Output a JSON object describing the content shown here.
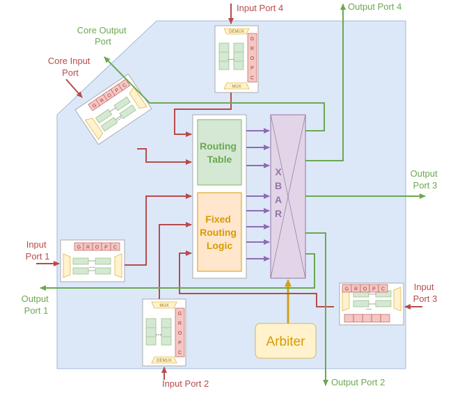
{
  "ports": {
    "input_port_4": "Input Port 4",
    "output_port_4": "Output Port 4",
    "core_output_port": [
      "Core Output",
      "Port"
    ],
    "core_input_port": [
      "Core Input",
      "Port"
    ],
    "output_port_3": [
      "Output",
      "Port 3"
    ],
    "input_port_1": [
      "Input",
      "Port 1"
    ],
    "output_port_1": [
      "Output",
      "Port 1"
    ],
    "input_port_3": [
      "Input",
      "Port 3"
    ],
    "input_port_2": "Input Port 2",
    "output_port_2": "Output Port 2"
  },
  "blocks": {
    "routing_table": [
      "Routing",
      "Table"
    ],
    "fixed_routing_logic": [
      "Fixed",
      "Routing",
      "Logic"
    ],
    "xbar": [
      "X",
      "B",
      "A",
      "R"
    ],
    "arbiter": "Arbiter"
  },
  "router_unit": {
    "mux": "MUX",
    "demux": "DEMUX",
    "flags": [
      "G",
      "R",
      "O",
      "P",
      "C"
    ],
    "ellipsis": "..."
  },
  "colors": {
    "background_region": "#dce8f8",
    "input_arrow": "#b84a4a",
    "output_arrow": "#6aa84f",
    "internal_arrow": "#8e6bb5",
    "arbiter_arrow": "#d4a017",
    "routing_table_fill": "#d5e8d4",
    "fixed_logic_fill": "#ffe6cc",
    "xbar_fill": "#e1d5e7",
    "arbiter_fill": "#fff2cc"
  }
}
